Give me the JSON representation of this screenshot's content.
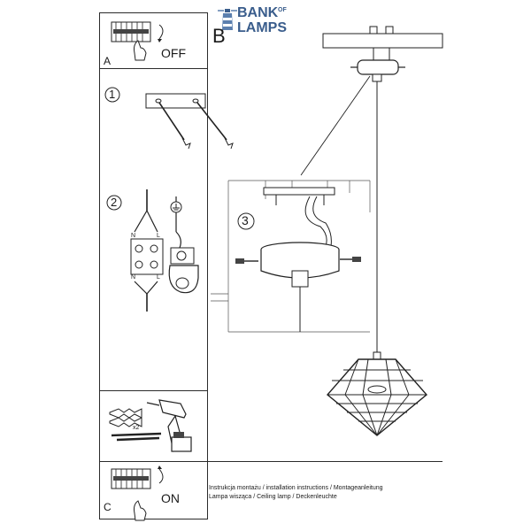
{
  "logo": {
    "brand_bank": "BANK",
    "brand_of": "OF",
    "brand_lamps": "LAMPS",
    "color": "#3a5d8c"
  },
  "panel_a": {
    "label": "A",
    "state": "OFF"
  },
  "panel_b": {
    "label": "B"
  },
  "panel_c": {
    "label": "C",
    "state": "ON"
  },
  "steps": {
    "step1": "1",
    "step2": "2",
    "step3": "3"
  },
  "wiring": {
    "neutral": "N",
    "live": "L"
  },
  "drill": {
    "count": "x2"
  },
  "footer": {
    "line1": "Instrukcja montażu / installation instructions / Montageanleitung",
    "line2": "Lampa wisząca / Ceiling lamp  / Deckenleuchte"
  },
  "icons": [
    "lighthouse-logo-icon",
    "switch-off-hand-icon",
    "switch-on-hand-icon",
    "earth-ground-icon",
    "drill-icon",
    "anchor-screw-icon"
  ]
}
